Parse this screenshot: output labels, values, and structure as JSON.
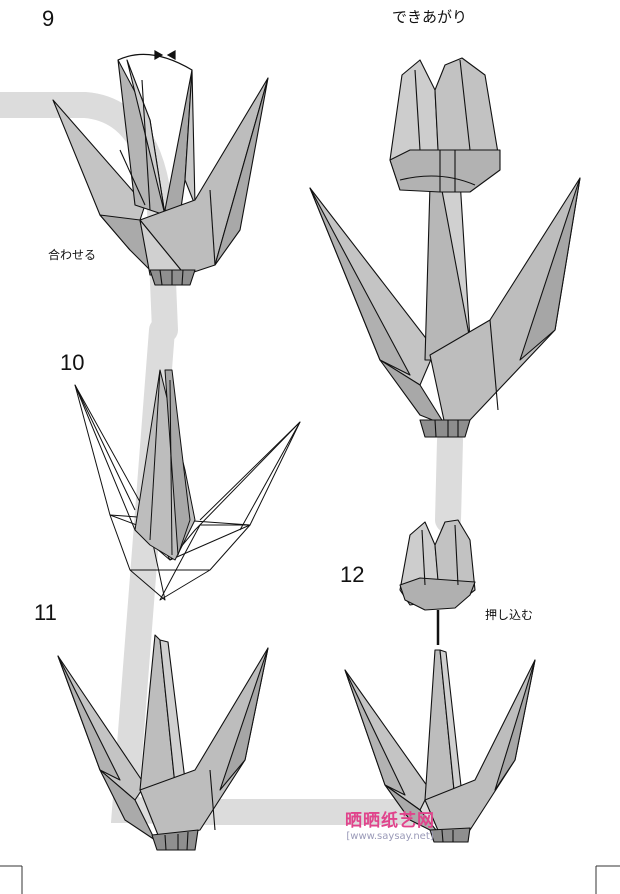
{
  "steps": {
    "s9": "9",
    "s10": "10",
    "s11": "11",
    "s12": "12"
  },
  "captions": {
    "finished": "できあがり",
    "match": "合わせる",
    "push_in": "押し込む"
  },
  "watermark": {
    "name": "晒晒纸艺网",
    "url": "[www.saysay.net]"
  },
  "colors": {
    "paper": "#bdbdbd",
    "paper_light": "#d2d2d2",
    "paper_dark": "#a4a4a4",
    "flow_path": "#dcdcdc",
    "line": "#111111",
    "logo_pink": "#e0448c"
  }
}
